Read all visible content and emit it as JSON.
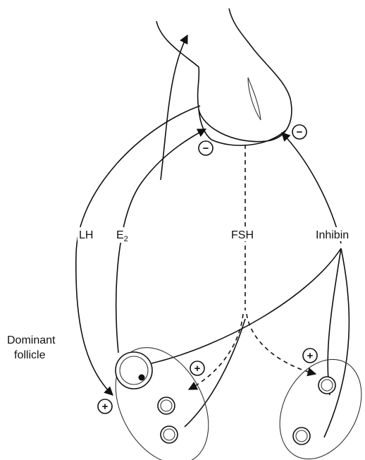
{
  "labels": {
    "lh": "LH",
    "e2_base": "E",
    "e2_sub": "2",
    "fsh": "FSH",
    "inhibin": "Inhibin",
    "dominant_line1": "Dominant",
    "dominant_line2": "follicle"
  },
  "signs": {
    "minus": "−",
    "plus": "+"
  }
}
